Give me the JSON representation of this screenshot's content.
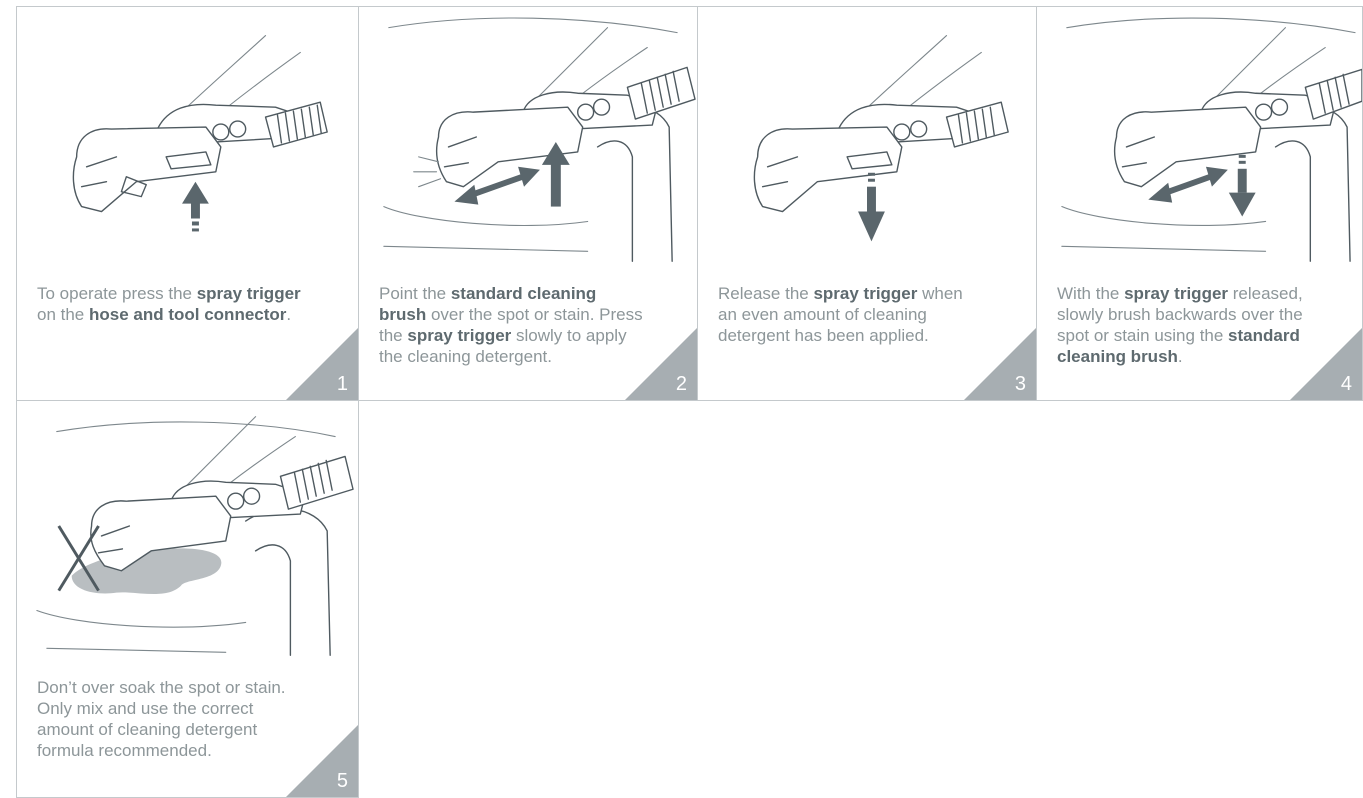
{
  "steps": [
    {
      "number": "1",
      "caption": [
        {
          "t": "To operate press the "
        },
        {
          "t": "spray trigger",
          "b": true
        },
        {
          "t": " on the "
        },
        {
          "t": "hose and tool connector",
          "b": true
        },
        {
          "t": "."
        }
      ]
    },
    {
      "number": "2",
      "caption": [
        {
          "t": "Point the "
        },
        {
          "t": "standard cleaning brush",
          "b": true
        },
        {
          "t": " over the spot or stain. Press the "
        },
        {
          "t": "spray trigger",
          "b": true
        },
        {
          "t": " slowly to apply the cleaning detergent."
        }
      ]
    },
    {
      "number": "3",
      "caption": [
        {
          "t": "Release the "
        },
        {
          "t": "spray trigger",
          "b": true
        },
        {
          "t": " when an even amount of cleaning detergent has been applied."
        }
      ]
    },
    {
      "number": "4",
      "caption": [
        {
          "t": "With the "
        },
        {
          "t": "spray trigger",
          "b": true
        },
        {
          "t": " released, slowly brush backwards over the spot or stain using the "
        },
        {
          "t": "standard cleaning brush",
          "b": true
        },
        {
          "t": "."
        }
      ]
    },
    {
      "number": "5",
      "caption": [
        {
          "t": "Don’t over soak the spot or stain. Only mix and use the correct amount of cleaning detergent formula recommended."
        }
      ]
    }
  ],
  "colors": {
    "border": "#c4c9cc",
    "caption_text": "#8d9699",
    "bold_text": "#5e6a6f",
    "corner": "#a7aeb2",
    "arrow": "#5a666c",
    "stain": "#b9bec1"
  }
}
